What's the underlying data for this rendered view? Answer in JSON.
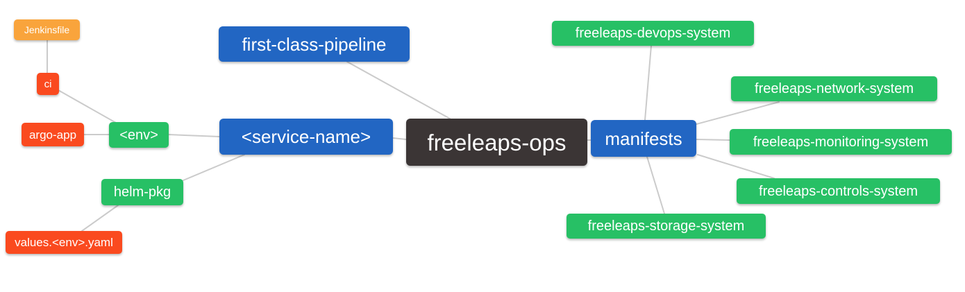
{
  "diagram": {
    "type": "mindmap",
    "nodes": {
      "root": {
        "label": "freeleaps-ops",
        "level": 1
      },
      "first_class_pipeline": {
        "label": "first-class-pipeline",
        "level": 2
      },
      "service_name": {
        "label": "<service-name>",
        "level": 2
      },
      "manifests": {
        "label": "manifests",
        "level": 2
      },
      "env": {
        "label": "<env>",
        "level": 3
      },
      "helm_pkg": {
        "label": "helm-pkg",
        "level": 3
      },
      "ci": {
        "label": "ci",
        "level": 4
      },
      "argo_app": {
        "label": "argo-app",
        "level": 4
      },
      "values_env_yaml": {
        "label": "values.<env>.yaml",
        "level": 4
      },
      "jenkinsfile": {
        "label": "Jenkinsfile",
        "level": 5
      },
      "devops_system": {
        "label": "freeleaps-devops-system",
        "level": 3
      },
      "network_system": {
        "label": "freeleaps-network-system",
        "level": 3
      },
      "monitoring_system": {
        "label": "freeleaps-monitoring-system",
        "level": 3
      },
      "controls_system": {
        "label": "freeleaps-controls-system",
        "level": 3
      },
      "storage_system": {
        "label": "freeleaps-storage-system",
        "level": 3
      }
    },
    "edges": [
      [
        "ci",
        "jenkinsfile"
      ],
      [
        "env",
        "ci"
      ],
      [
        "env",
        "argo_app"
      ],
      [
        "service_name",
        "env"
      ],
      [
        "service_name",
        "helm_pkg"
      ],
      [
        "helm_pkg",
        "values_env_yaml"
      ],
      [
        "root",
        "service_name"
      ],
      [
        "root",
        "first_class_pipeline"
      ],
      [
        "root",
        "manifests"
      ],
      [
        "manifests",
        "devops_system"
      ],
      [
        "manifests",
        "network_system"
      ],
      [
        "manifests",
        "monitoring_system"
      ],
      [
        "manifests",
        "controls_system"
      ],
      [
        "manifests",
        "storage_system"
      ]
    ],
    "colors": {
      "canvas": "#ffffff",
      "text": "#ffffff",
      "edge": "#cbcbcb",
      "root_bg": "#3b3535",
      "level2_bg": "#2266c3",
      "level3_bg": "#27c065",
      "level4_bg": "#fa4a1f",
      "level5_bg": "#f9a43c"
    }
  }
}
